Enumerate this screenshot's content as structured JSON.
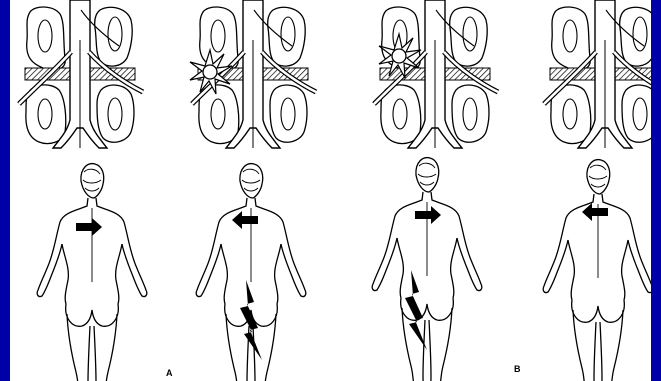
{
  "figure": {
    "background_color": "#0000a8",
    "panel_color": "#ffffff",
    "line_color": "#000000",
    "panels": [
      {
        "spine_view": "spine-normal",
        "figure": "figure-lean-right",
        "lean": "right",
        "sciatica": false
      },
      {
        "spine_view": "spine-herniation-lateral",
        "figure": "figure-lean-left",
        "lean": "left",
        "sciatica": true
      },
      {
        "spine_view": "spine-herniation-medial",
        "figure": "figure-lean-right",
        "lean": "right",
        "sciatica": true
      },
      {
        "spine_view": "spine-normal",
        "figure": "figure-lean-left",
        "lean": "left",
        "sciatica": false
      }
    ],
    "labels": {
      "a": "A",
      "b": "B"
    }
  }
}
